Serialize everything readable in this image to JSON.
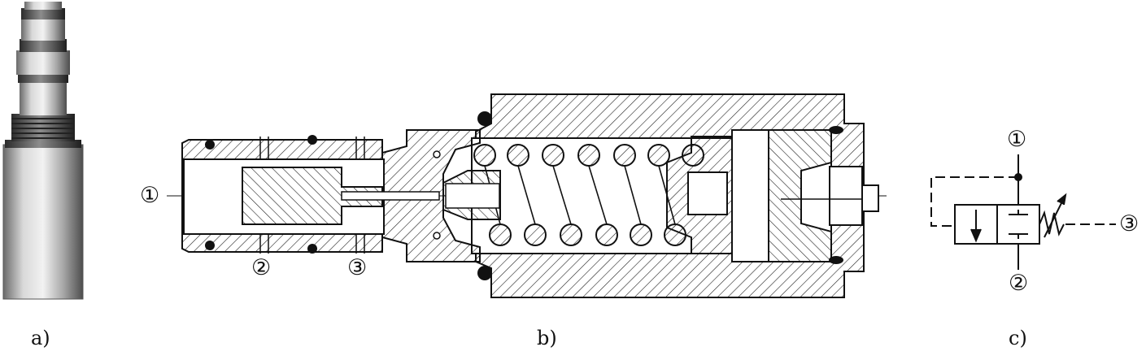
{
  "captions": {
    "a": "a)",
    "b": "b)",
    "c": "c)"
  },
  "section_ports": {
    "p1": "①",
    "p2": "②",
    "p3": "③"
  },
  "symbol_ports": {
    "p1": "①",
    "p2": "②",
    "p3": "③"
  },
  "colors": {
    "ink": "#111111",
    "hatch": "#222222",
    "paper": "#ffffff",
    "metal_light": "#d8d8d8",
    "metal_dark": "#3a3a3a"
  }
}
